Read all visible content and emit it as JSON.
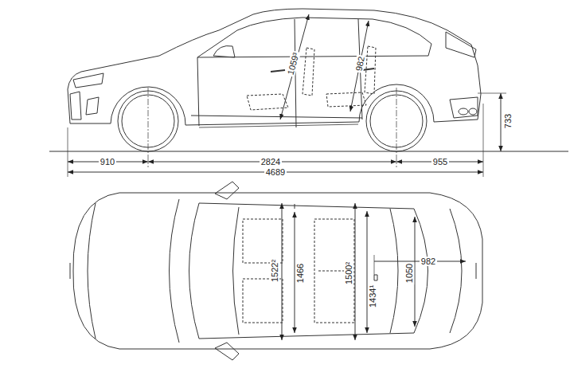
{
  "diagram": {
    "labels": [
      "1059³",
      "982",
      "733",
      "910",
      "2824",
      "955",
      "4689",
      "1522²",
      "1466",
      "1500²",
      "1434¹",
      "982",
      "1050"
    ]
  }
}
